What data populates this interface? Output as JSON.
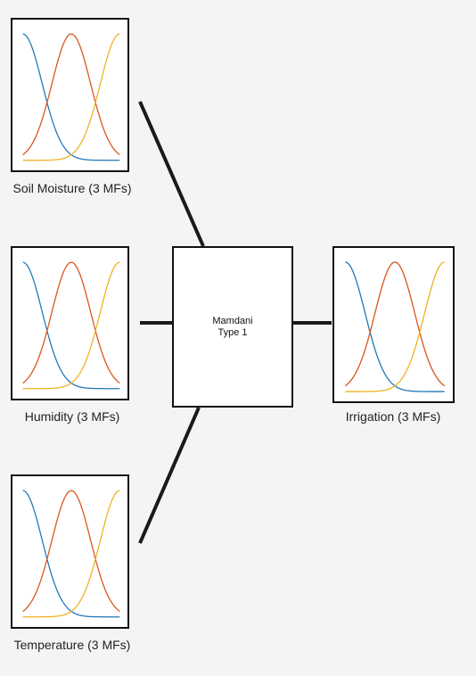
{
  "inputs": [
    {
      "label": "Soil Moisture (3 MFs)"
    },
    {
      "label": "Humidity (3 MFs)"
    },
    {
      "label": "Temperature (3 MFs)"
    }
  ],
  "output": {
    "label": "Irrigation (3 MFs)"
  },
  "system": {
    "line1": "Mamdani",
    "line2": "Type 1"
  },
  "mf_colors": [
    "#1f77b4",
    "#d95319",
    "#edb120"
  ]
}
